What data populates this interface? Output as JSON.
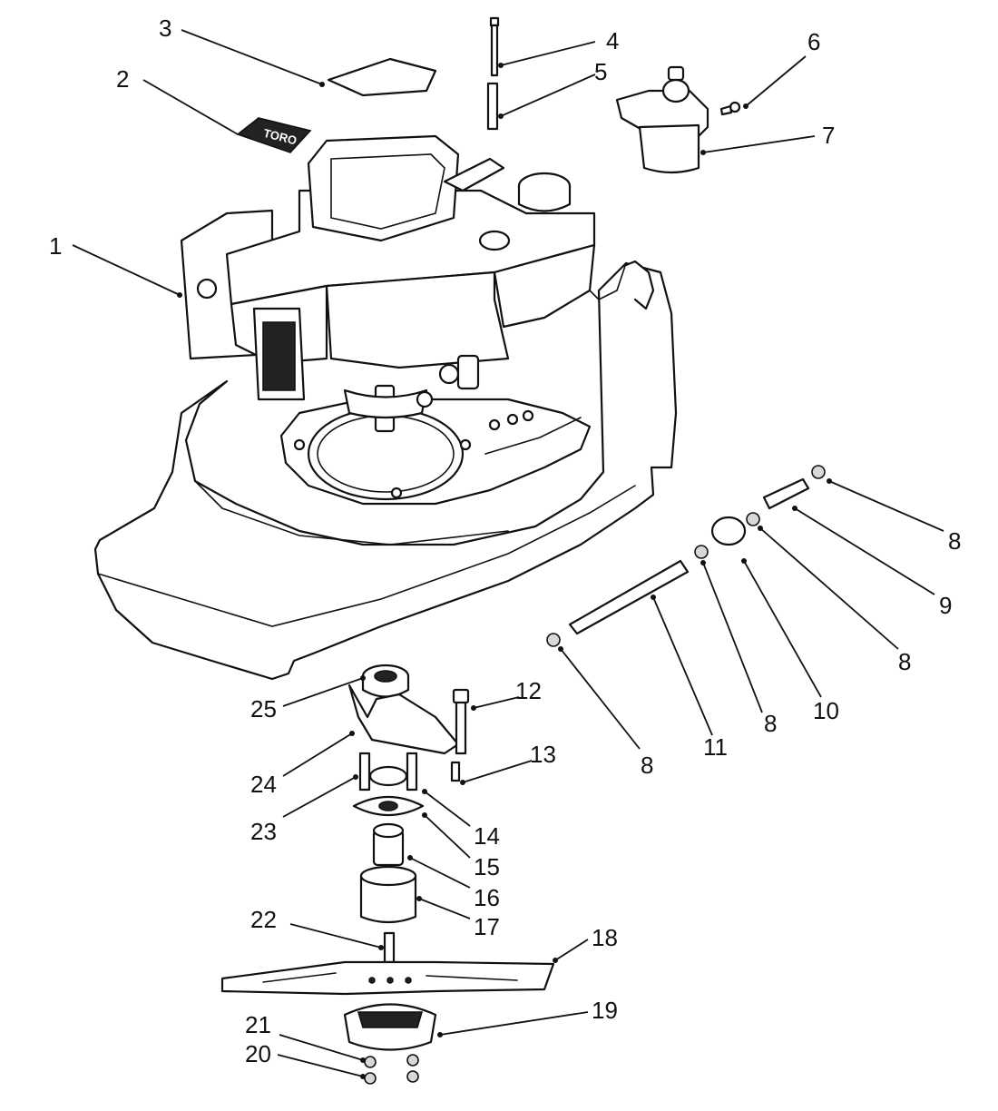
{
  "logo_text": "TORO",
  "callouts": [
    {
      "id": "1",
      "label": "1"
    },
    {
      "id": "2",
      "label": "2"
    },
    {
      "id": "3",
      "label": "3"
    },
    {
      "id": "4",
      "label": "4"
    },
    {
      "id": "5",
      "label": "5"
    },
    {
      "id": "6",
      "label": "6"
    },
    {
      "id": "7",
      "label": "7"
    },
    {
      "id": "8a",
      "label": "8"
    },
    {
      "id": "9",
      "label": "9"
    },
    {
      "id": "8b",
      "label": "8"
    },
    {
      "id": "10",
      "label": "10"
    },
    {
      "id": "8c",
      "label": "8"
    },
    {
      "id": "11",
      "label": "11"
    },
    {
      "id": "8d",
      "label": "8"
    },
    {
      "id": "12",
      "label": "12"
    },
    {
      "id": "13",
      "label": "13"
    },
    {
      "id": "14",
      "label": "14"
    },
    {
      "id": "15",
      "label": "15"
    },
    {
      "id": "16",
      "label": "16"
    },
    {
      "id": "17",
      "label": "17"
    },
    {
      "id": "18",
      "label": "18"
    },
    {
      "id": "19",
      "label": "19"
    },
    {
      "id": "20",
      "label": "20"
    },
    {
      "id": "21",
      "label": "21"
    },
    {
      "id": "22",
      "label": "22"
    },
    {
      "id": "23",
      "label": "23"
    },
    {
      "id": "24",
      "label": "24"
    },
    {
      "id": "25",
      "label": "25"
    }
  ]
}
